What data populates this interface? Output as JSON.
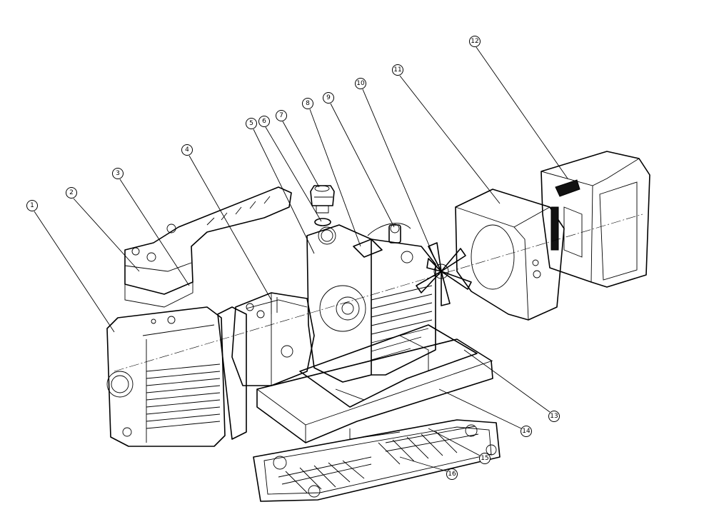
{
  "diagram": {
    "type": "exploded-assembly-view",
    "callouts": [
      {
        "label": "1"
      },
      {
        "label": "2"
      },
      {
        "label": "3"
      },
      {
        "label": "4"
      },
      {
        "label": "5"
      },
      {
        "label": "6"
      },
      {
        "label": "7"
      },
      {
        "label": "8"
      },
      {
        "label": "9"
      },
      {
        "label": "10"
      },
      {
        "label": "11"
      },
      {
        "label": "12"
      },
      {
        "label": "13"
      },
      {
        "label": "14"
      },
      {
        "label": "15"
      },
      {
        "label": "16"
      }
    ]
  }
}
